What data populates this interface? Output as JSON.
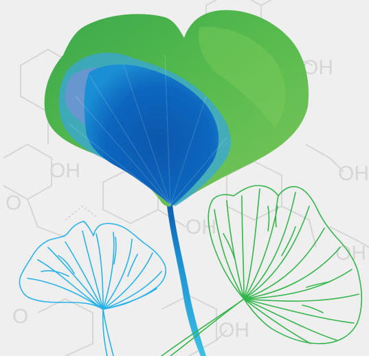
{
  "illustration": {
    "subject": "ginkgo-leaves",
    "watermark_labels": [
      "OH",
      "OH",
      "OH",
      "O",
      "OH",
      "OH",
      "O",
      "OH"
    ]
  },
  "colors": {
    "background": "#efefef",
    "watermark": "#d6d6d6",
    "leaf_green": "#4fb64a",
    "leaf_blue": "#0a5fb4",
    "stem_cyan": "#2aa6d8",
    "outline_cyan": "#27b2ea",
    "outline_green": "#34b54b"
  }
}
